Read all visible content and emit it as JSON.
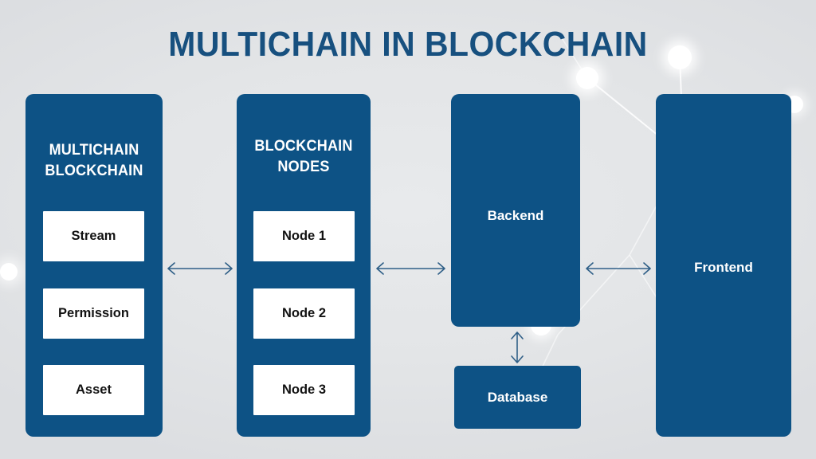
{
  "title": "MULTICHAIN IN BLOCKCHAIN",
  "colors": {
    "background": "#e4e6e8",
    "panel_blue": "#0d5285",
    "title_blue": "#17507f",
    "box_white": "#ffffff",
    "box_text": "#121212",
    "arrow": "#2f5f87",
    "network_dot": "#ffffff"
  },
  "panels": [
    {
      "id": "multichain",
      "header": "MULTICHAIN\nBLOCKCHAIN",
      "header_line1": "MULTICHAIN",
      "header_line2": "BLOCKCHAIN",
      "items": [
        {
          "label": "Stream"
        },
        {
          "label": "Permission"
        },
        {
          "label": "Asset"
        }
      ]
    },
    {
      "id": "blockchain-nodes",
      "header_line1": "BLOCKCHAIN",
      "header_line2": "NODES",
      "items": [
        {
          "label": "Node 1"
        },
        {
          "label": "Node 2"
        },
        {
          "label": "Node 3"
        }
      ]
    },
    {
      "id": "backend",
      "label": "Backend"
    },
    {
      "id": "database",
      "label": "Database"
    },
    {
      "id": "frontend",
      "label": "Frontend"
    }
  ],
  "connectors": [
    {
      "id": "multichain-to-nodes",
      "type": "double-headed-horizontal-arrow"
    },
    {
      "id": "nodes-to-backend",
      "type": "double-headed-horizontal-arrow"
    },
    {
      "id": "backend-to-frontend",
      "type": "double-headed-horizontal-arrow"
    },
    {
      "id": "backend-to-database",
      "type": "double-headed-vertical-arrow"
    }
  ],
  "decoration": {
    "name": "blockchain-network-nodes",
    "dots": 6,
    "description": "glowing white nodes connected by thin white lines"
  }
}
